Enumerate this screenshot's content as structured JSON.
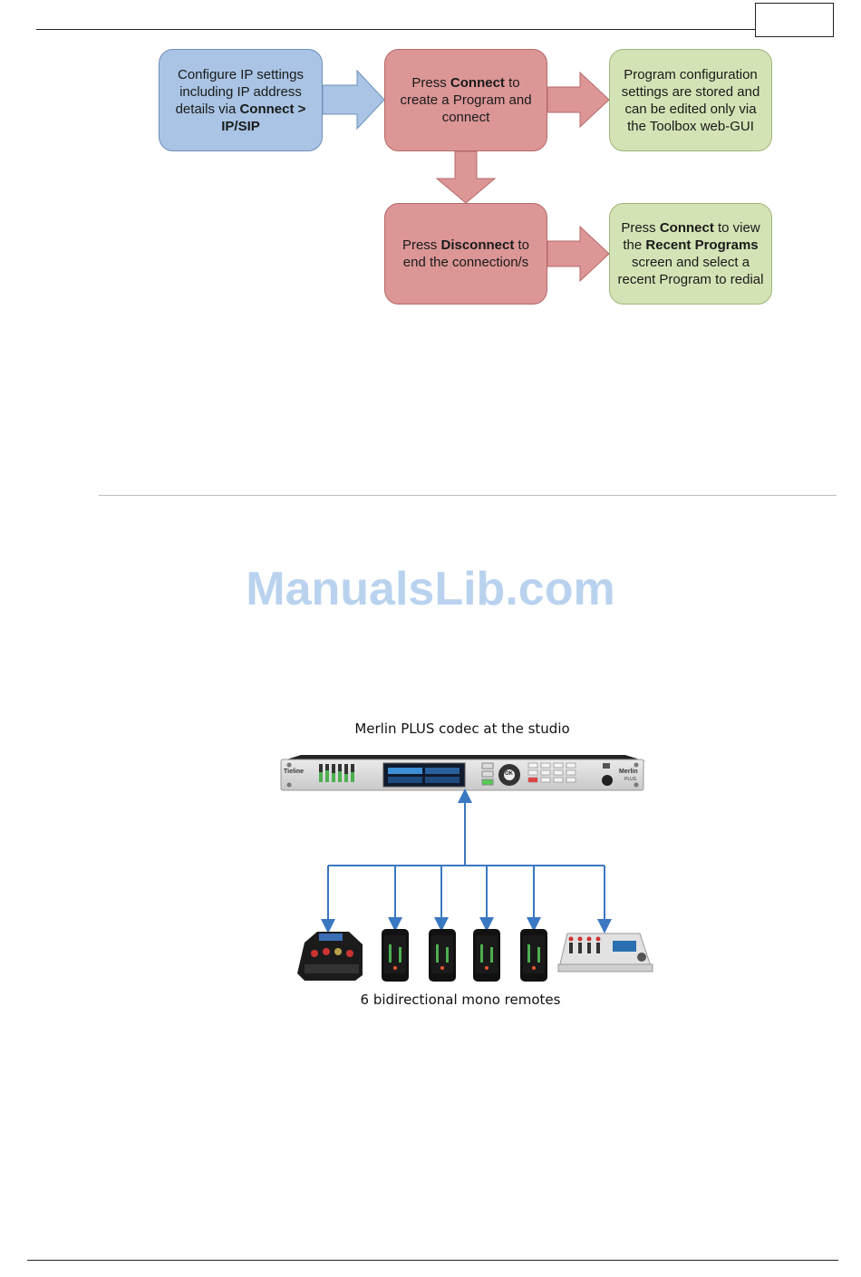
{
  "flow": {
    "box1": {
      "pre": "Configure IP settings including IP address details via ",
      "bold": "Connect > IP/SIP",
      "post": ""
    },
    "box2": {
      "pre": "Press ",
      "bold": "Connect",
      "post": " to create a Program and connect"
    },
    "box3": {
      "text": "Program configuration settings are stored and can be edited only via the Toolbox web-GUI"
    },
    "box4": {
      "pre": "Press ",
      "bold": "Disconnect",
      "post": " to end the connection/s"
    },
    "box5": {
      "pre1": "Press ",
      "bold1": "Connect",
      "mid": " to view the ",
      "bold2": "Recent Programs",
      "post": " screen and select a recent Program to redial"
    }
  },
  "watermark": "ManualsLib.com",
  "diagram": {
    "top_caption": "Merlin PLUS codec at the studio",
    "bottom_caption": "6 bidirectional mono remotes",
    "codec": {
      "brand": "Tieline",
      "model": "Merlin",
      "model_sub": "PLUS",
      "ok_label": "OK"
    }
  },
  "colors": {
    "blue_box": "#a9c4e4",
    "red_box": "#dc9696",
    "green_box": "#d4e3b5",
    "arrow_blue": "#a9c4e4",
    "arrow_red": "#dc9696",
    "line_blue": "#3a78c2",
    "watermark": "#b9d3ef"
  }
}
